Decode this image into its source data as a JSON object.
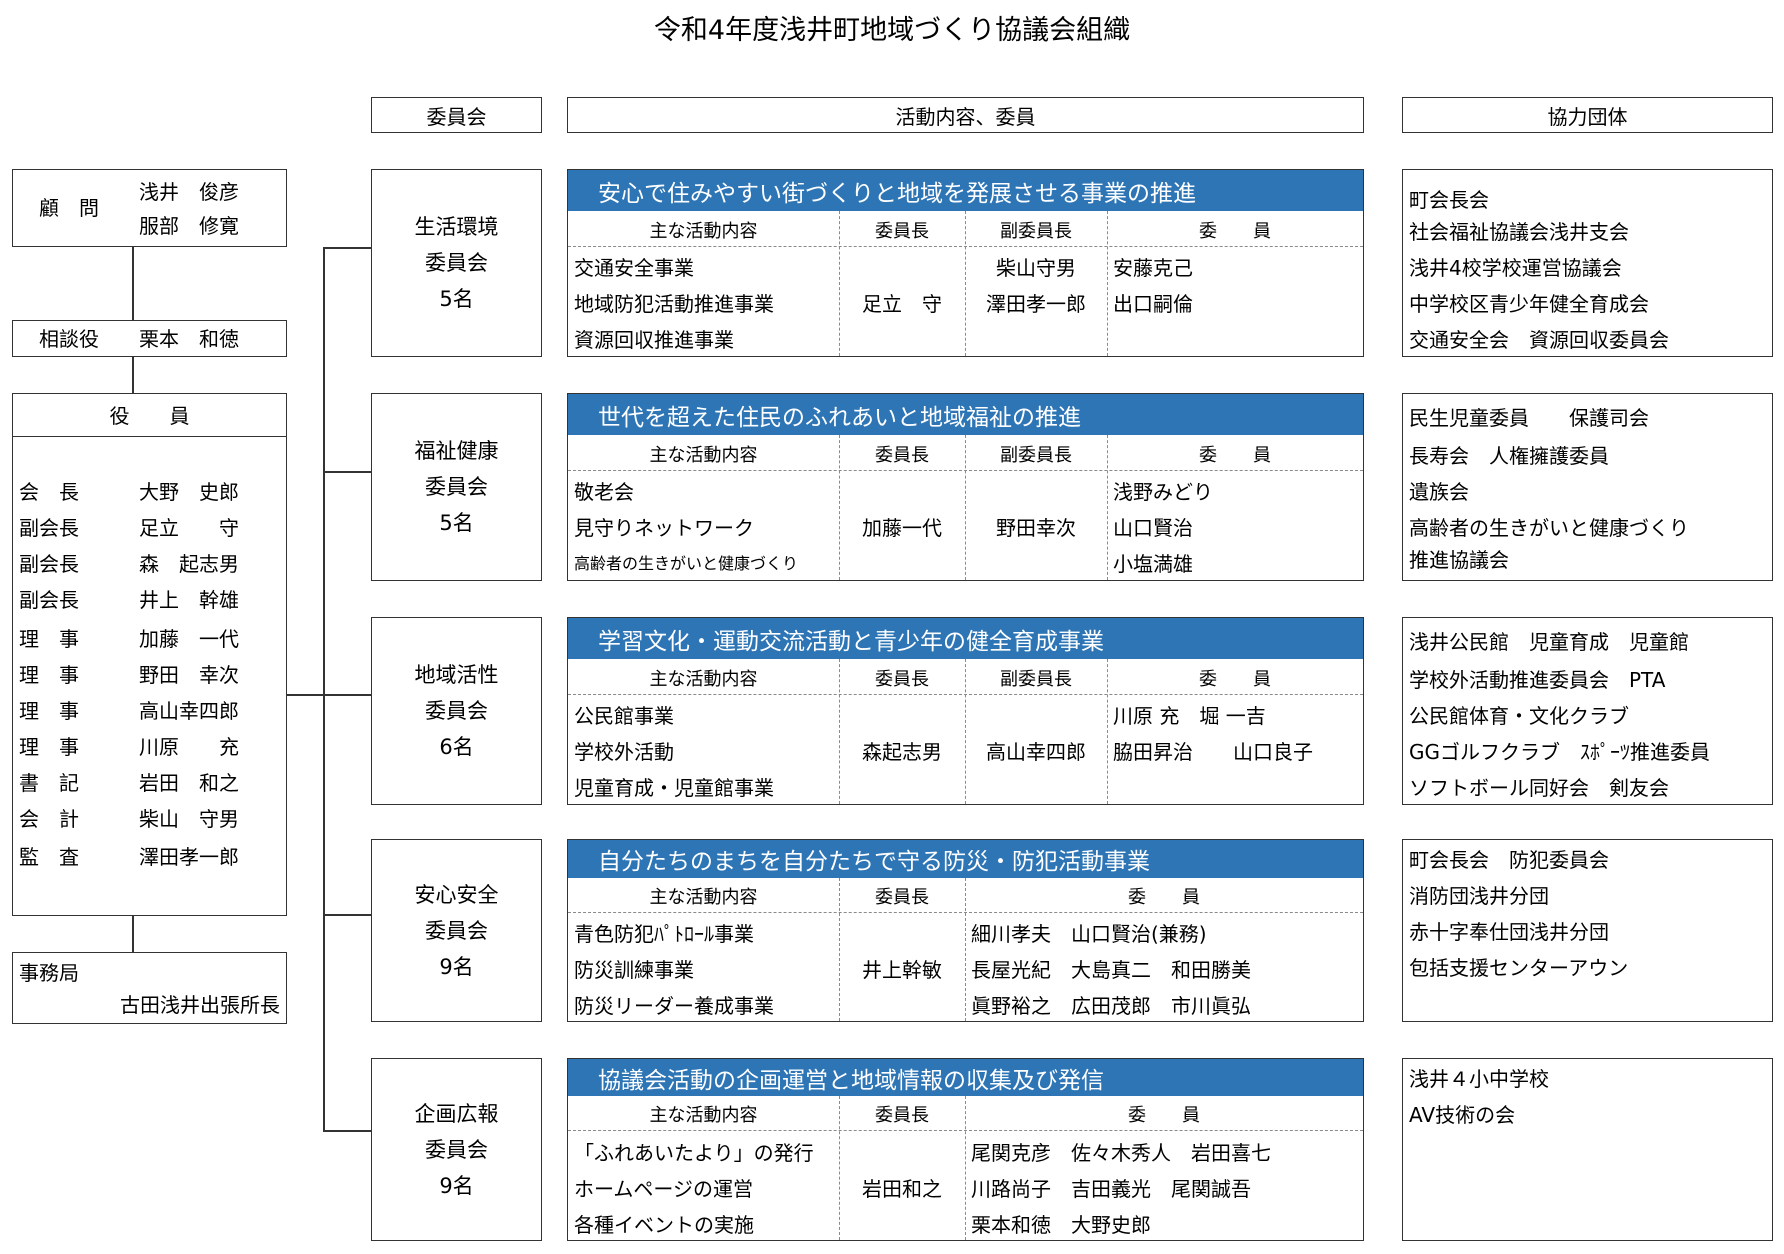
{
  "title": "令和4年度浅井町地域づくり協議会組織",
  "headers": {
    "committee": "委員会",
    "activity": "活動内容、委員",
    "partner": "協力団体"
  },
  "advisor": {
    "role": "顧　問",
    "names": [
      "浅井　俊彦",
      "服部　修寛"
    ]
  },
  "consultant": {
    "role": "相談役",
    "name": "栗本　和徳"
  },
  "officers": {
    "title": "役　　員",
    "rows": [
      {
        "role": "会　長",
        "name": "大野　史郎"
      },
      {
        "role": "副会長",
        "name": "足立　　守"
      },
      {
        "role": "副会長",
        "name": "森　起志男"
      },
      {
        "role": "副会長",
        "name": "井上　幹雄"
      },
      {
        "role": "理　事",
        "name": "加藤　一代"
      },
      {
        "role": "理　事",
        "name": "野田　幸次"
      },
      {
        "role": "理　事",
        "name": "高山幸四郎"
      },
      {
        "role": "理　事",
        "name": "川原　　充"
      },
      {
        "role": "書　記",
        "name": "岩田　和之"
      },
      {
        "role": "会　計",
        "name": "柴山　守男"
      },
      {
        "role": "監　査",
        "name": "澤田孝一郎"
      }
    ]
  },
  "secretariat": {
    "label": "事務局",
    "name": "古田浅井出張所長"
  },
  "table_headers": {
    "activity": "主な活動内容",
    "chair": "委員長",
    "vice": "副委員長",
    "member": "委　　員"
  },
  "committees": [
    {
      "name": "生活環境",
      "suffix": "委員会",
      "count": "5名",
      "banner": "安心で住みやすい街づくりと地域を発展させる事業の推進",
      "activities": [
        "交通安全事業",
        "地域防犯活動推進事業",
        "資源回収推進事業"
      ],
      "chair": "足立　守",
      "vice": [
        "柴山守男",
        "澤田孝一郎"
      ],
      "members": [
        "安藤克己",
        "出口嗣倫"
      ],
      "partners": [
        "町会長会",
        "社会福祉協議会浅井支会",
        "浅井4校学校運営協議会",
        "中学校区青少年健全育成会",
        "交通安全会　資源回収委員会"
      ]
    },
    {
      "name": "福祉健康",
      "suffix": "委員会",
      "count": "5名",
      "banner": "世代を超えた住民のふれあいと地域福祉の推進",
      "activities": [
        "敬老会",
        "見守りネットワーク",
        "高齢者の生きがいと健康づくり"
      ],
      "chair": "加藤一代",
      "vice": [
        "野田幸次"
      ],
      "members": [
        "浅野みどり",
        "山口賢治",
        "小塩満雄"
      ],
      "partners": [
        "民生児童委員　　保護司会",
        "長寿会　人権擁護委員",
        "遺族会",
        "高齢者の生きがいと健康づくり",
        "推進協議会"
      ]
    },
    {
      "name": "地域活性",
      "suffix": "委員会",
      "count": "6名",
      "banner": "学習文化・運動交流活動と青少年の健全育成事業",
      "activities": [
        "公民館事業",
        "学校外活動",
        "児童育成・児童館事業"
      ],
      "chair": "森起志男",
      "vice": [
        "高山幸四郎"
      ],
      "members": [
        "川原 充　堀 一吉",
        "脇田昇治　　山口良子"
      ],
      "partners": [
        "浅井公民館　児童育成　児童館",
        "学校外活動推進委員会　PTA",
        "公民館体育・文化クラブ",
        "GGゴルフクラブ　ｽﾎﾟｰﾂ推進委員",
        "ソフトボール同好会　剣友会"
      ]
    },
    {
      "name": "安心安全",
      "suffix": "委員会",
      "count": "9名",
      "banner": "自分たちのまちを自分たちで守る防災・防犯活動事業",
      "activities": [
        "青色防犯ﾊﾟﾄﾛｰﾙ事業",
        "防災訓練事業",
        "防災リーダー養成事業"
      ],
      "chair": "井上幹敏",
      "vice": [],
      "members": [
        "細川孝夫　山口賢治(兼務)",
        "長屋光紀　大島真二　和田勝美",
        "眞野裕之　広田茂郎　市川眞弘"
      ],
      "partners": [
        "町会長会　防犯委員会",
        "消防団浅井分団",
        "赤十字奉仕団浅井分団",
        "包括支援センターアウン"
      ]
    },
    {
      "name": "企画広報",
      "suffix": "委員会",
      "count": "9名",
      "banner": "協議会活動の企画運営と地域情報の収集及び発信",
      "activities": [
        "「ふれあいたより」の発行",
        "ホームページの運営",
        "各種イベントの実施"
      ],
      "chair": "岩田和之",
      "vice": [],
      "members": [
        "尾関克彦　佐々木秀人　岩田喜七",
        "川路尚子　吉田義光　尾関誠吾",
        "栗本和徳　大野史郎"
      ],
      "partners": [
        "浅井４小中学校",
        "AV技術の会"
      ]
    }
  ]
}
